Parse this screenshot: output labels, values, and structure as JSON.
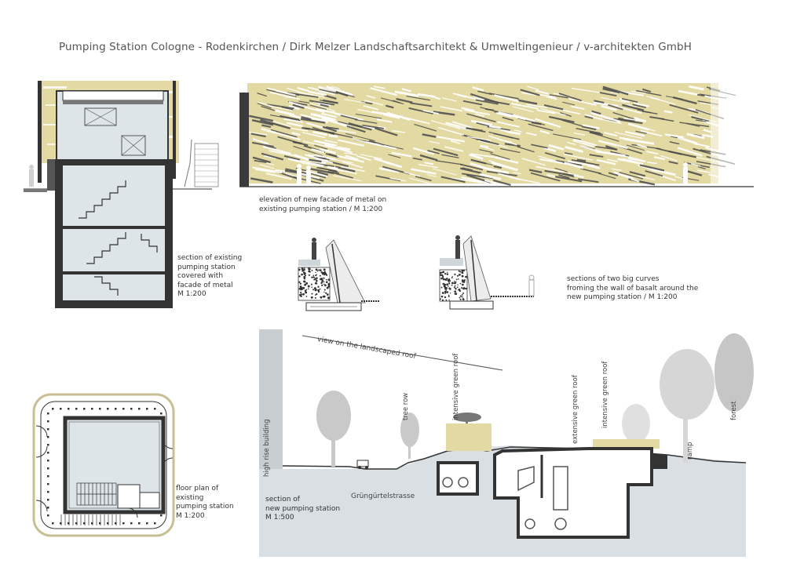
{
  "title": "Pumping Station Cologne - Rodenkirchen / Dirk Melzer Landschaftsarchitekt & Umweltingenieur / v-architekten GmbH",
  "captions": {
    "section_existing": "section of existing\npumping station\ncovered with\nfacade of metal\nM 1:200",
    "elevation": "elevation of new facade of metal on\nexisting pumping station / M 1:200",
    "curves": "sections of two big curves\nfroming the wall of basalt around the\nnew pumping station / M 1:200",
    "floor_plan": "floor plan of\nexisting\npumping station\nM 1:200",
    "section_new": "section of\nnew pumping station\nM 1:500"
  },
  "site_labels": {
    "view": "view on the landscaped roof",
    "high_rise": "high rise building",
    "tree_row": "tree row",
    "intensive_roof_1": "intensive green roof",
    "extensive_roof": "extensive green roof",
    "intensive_roof_2": "intensive green roof",
    "ramp": "ramp",
    "forest": "forest",
    "street": "Grüngürtelstrasse"
  },
  "colors": {
    "facade": "#e3d9a2",
    "facade_dark": "#4a4a4a",
    "glass": "#dde5e8",
    "ground": "#d9dfe2",
    "wall": "#3a3a3a",
    "tree": "#c4c4c4"
  }
}
